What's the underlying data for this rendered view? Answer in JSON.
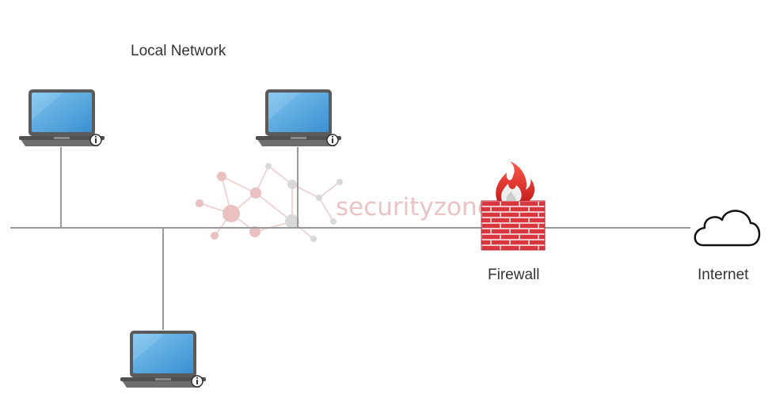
{
  "diagram": {
    "title": "Local Network",
    "firewall_label": "Firewall",
    "internet_label": "Internet",
    "watermark_text": "securityzone.vn"
  },
  "colors": {
    "line": "#999999",
    "laptop_body": "#5b5b5b",
    "laptop_screen": "#4aa3df",
    "brick": "#d9363e",
    "mortar": "#f2c7c9",
    "flame": "#e03a3a",
    "cloud_stroke": "#111111",
    "watermark": "#e7b9bb"
  },
  "icons": {
    "laptop": "laptop-icon",
    "info_badge": "info-badge-icon",
    "firewall": "firewall-icon",
    "cloud": "cloud-icon"
  }
}
